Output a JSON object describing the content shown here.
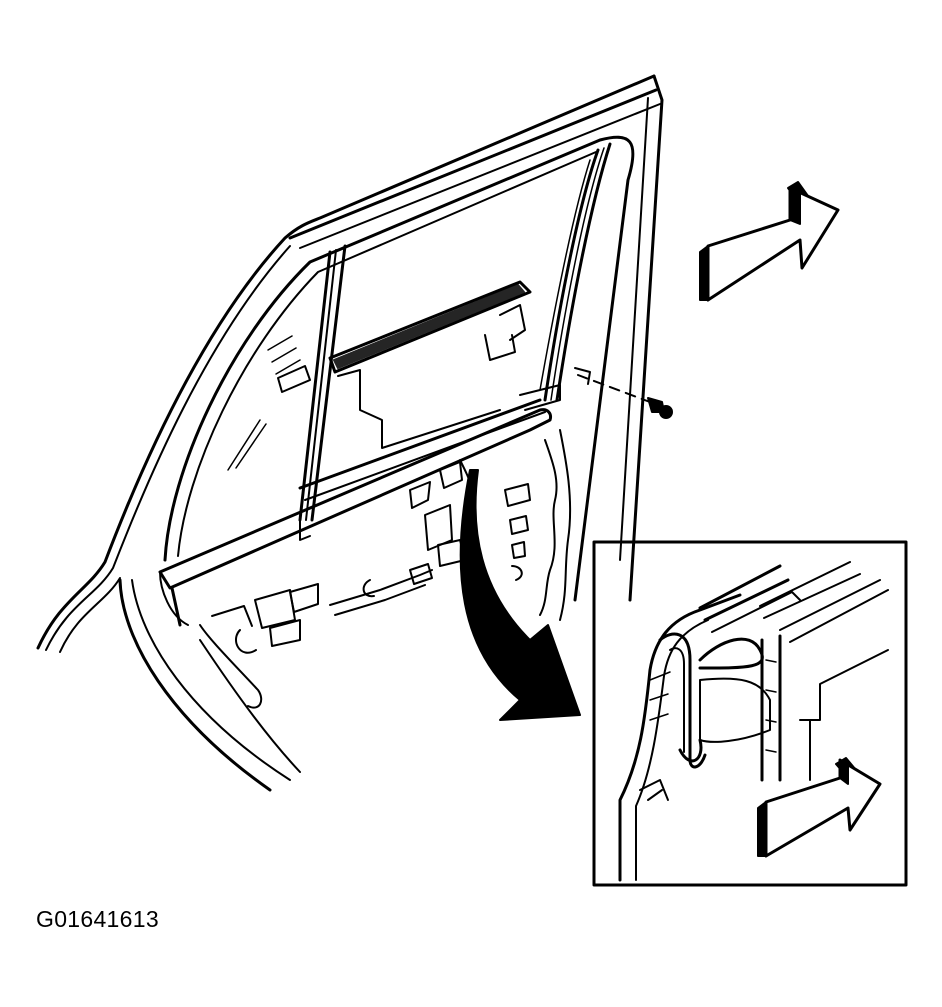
{
  "figure": {
    "id_label": "G01641613"
  },
  "colors": {
    "line": "#000000",
    "background": "#ffffff"
  },
  "icons": [
    "forward-direction-arrow",
    "removal-direction-arrow",
    "screw-icon"
  ]
}
